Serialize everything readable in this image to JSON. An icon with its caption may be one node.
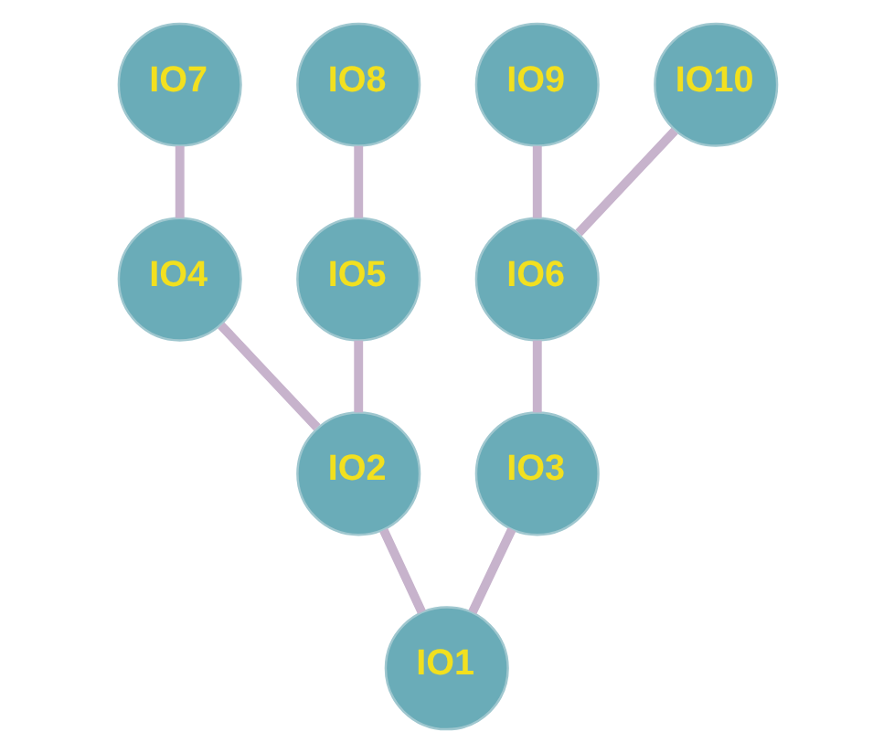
{
  "diagram": {
    "nodes": [
      {
        "text": [
          "IO7"
        ]
      },
      {
        "text": [
          "IO8"
        ]
      },
      {
        "text": [
          "IO9"
        ]
      },
      {
        "text": [
          "IO10"
        ]
      },
      {
        "text": [
          "IO4"
        ]
      },
      {
        "text": [
          "IO5"
        ]
      },
      {
        "text": [
          "IO6"
        ]
      },
      {
        "text": [
          "IO2"
        ]
      },
      {
        "text": [
          "IO3"
        ]
      },
      {
        "text": [
          "IO1"
        ]
      }
    ],
    "edges": [
      {
        "from": 9,
        "to": 7,
        "arrow": "none"
      },
      {
        "from": 9,
        "to": 8,
        "arrow": "none"
      },
      {
        "from": 7,
        "to": 4,
        "arrow": "none"
      },
      {
        "from": 7,
        "to": 5,
        "arrow": "none"
      },
      {
        "from": 8,
        "to": 6,
        "arrow": "none"
      },
      {
        "from": 4,
        "to": 0,
        "arrow": "none"
      },
      {
        "from": 5,
        "to": 1,
        "arrow": "none"
      },
      {
        "from": 6,
        "to": 2,
        "arrow": "none"
      },
      {
        "from": 6,
        "to": 3,
        "arrow": "none"
      }
    ]
  }
}
